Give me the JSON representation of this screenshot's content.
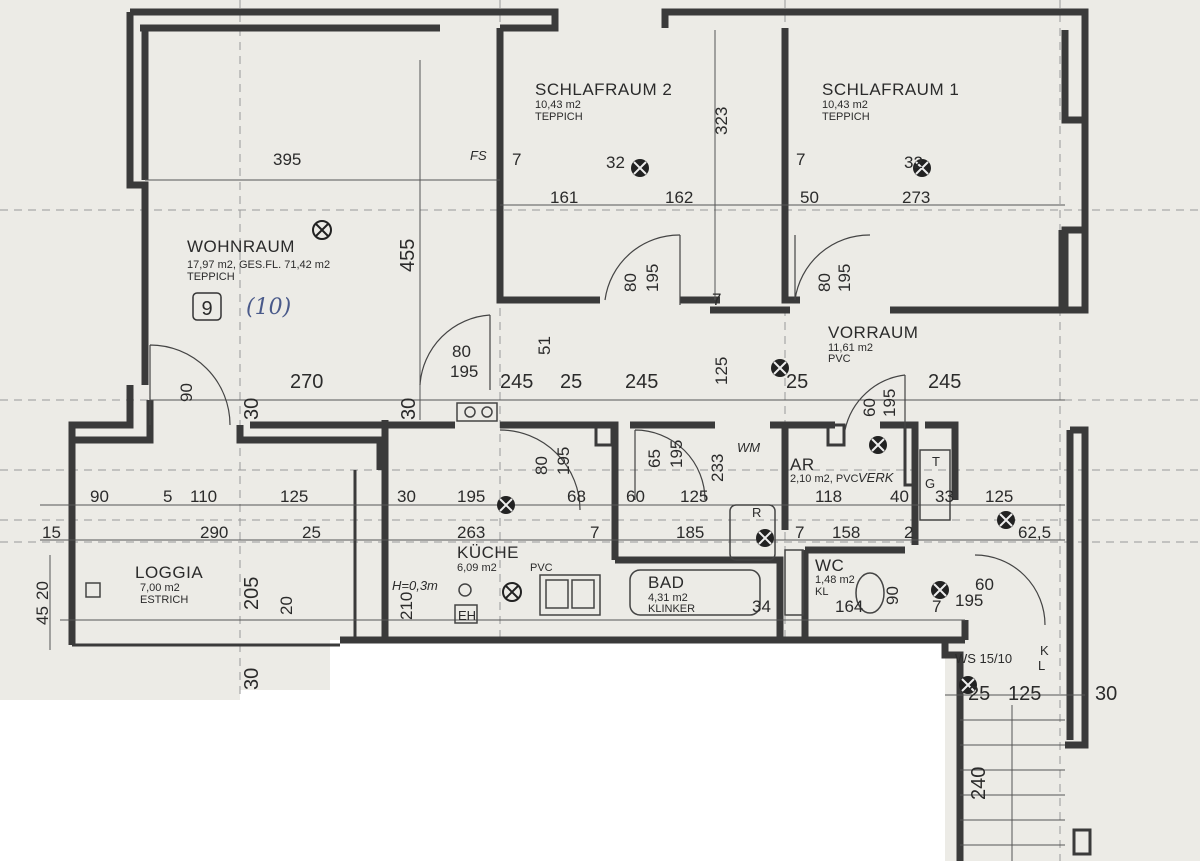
{
  "rooms": {
    "wohnraum": {
      "name": "WOHNRAUM",
      "area": "17,97 m2, GES.FL. 71,42 m2",
      "floor": "TEPPICH"
    },
    "schlafraum2": {
      "name": "SCHLAFRAUM 2",
      "area": "10,43 m2",
      "floor": "TEPPICH"
    },
    "schlafraum1": {
      "name": "SCHLAFRAUM 1",
      "area": "10,43 m2",
      "floor": "TEPPICH"
    },
    "vorraum": {
      "name": "VORRAUM",
      "area": "11,61 m2",
      "floor": "PVC"
    },
    "loggia": {
      "name": "LOGGIA",
      "area": "7,00 m2",
      "floor": "ESTRICH"
    },
    "kueche": {
      "name": "KÜCHE",
      "area": "6,09 m2",
      "floor": "PVC"
    },
    "bad": {
      "name": "BAD",
      "area": "4,31 m2",
      "floor": "KLINKER"
    },
    "ar": {
      "name": "AR",
      "area": "2,10 m2, PVC"
    },
    "wc": {
      "name": "WC",
      "area": "1,48 m2",
      "floor": "KL"
    }
  },
  "unit": {
    "number": "9",
    "handwritten": "(10)"
  },
  "labels": {
    "fs": "FS",
    "wm": "WM",
    "verk": "VERK",
    "ws": "WS 15/10",
    "h": "H=0,3m",
    "eh": "EH",
    "k": "K",
    "l": "L",
    "t": "T",
    "r": "R",
    "g": "G"
  },
  "dimensions": [
    "395",
    "455",
    "270",
    "30",
    "245",
    "25",
    "245",
    "125",
    "25",
    "245",
    "323",
    "161",
    "162",
    "50",
    "273",
    "7",
    "7",
    "7",
    "32",
    "32",
    "80",
    "195",
    "80",
    "195",
    "80",
    "195",
    "51",
    "90",
    "30",
    "80",
    "195",
    "65",
    "195",
    "60",
    "195",
    "60",
    "195",
    "233",
    "118",
    "40",
    "33",
    "125",
    "90",
    "5",
    "110",
    "125",
    "30",
    "195",
    "68",
    "60",
    "125",
    "15",
    "290",
    "25",
    "263",
    "7",
    "185",
    "7",
    "158",
    "2",
    "62,5",
    "205",
    "20",
    "45",
    "20",
    "30",
    "210",
    "34",
    "164",
    "90",
    "7",
    "25",
    "125",
    "30",
    "240"
  ]
}
